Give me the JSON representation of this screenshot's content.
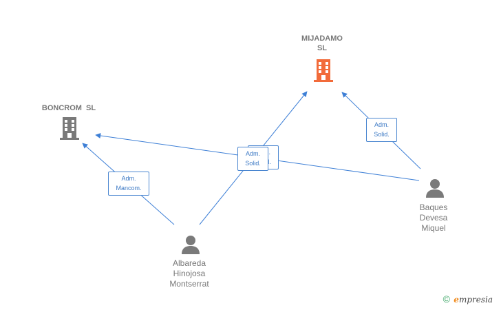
{
  "nodes": {
    "mijadamo": {
      "line1": "MIJADAMO",
      "line2": "SL",
      "color": "#f26b3a",
      "icon": "building-icon"
    },
    "boncrom": {
      "label": "BONCROM  SL",
      "color": "#777777",
      "icon": "building-icon"
    },
    "albareda": {
      "line1": "Albareda",
      "line2": "Hinojosa",
      "line3": "Montserrat",
      "icon": "person-icon"
    },
    "baques": {
      "line1": "Baques",
      "line2": "Devesa",
      "line3": "Miquel",
      "icon": "person-icon"
    }
  },
  "edges": {
    "albareda_boncrom": {
      "line1": "Adm.",
      "line2": "Mancom."
    },
    "albareda_mijadamo": {
      "line1": "Adm.",
      "line2": "Solid."
    },
    "baques_boncrom": {
      "line1": "Adm.",
      "line2": "Solid."
    },
    "baques_mijadamo": {
      "line1": "Adm.",
      "line2": "Solid."
    }
  },
  "colors": {
    "edge": "#3d7fd6",
    "label_text": "#3b78c4"
  },
  "footer": {
    "copyright": "©",
    "brand_e": "e",
    "brand_rest": "mpresia"
  }
}
